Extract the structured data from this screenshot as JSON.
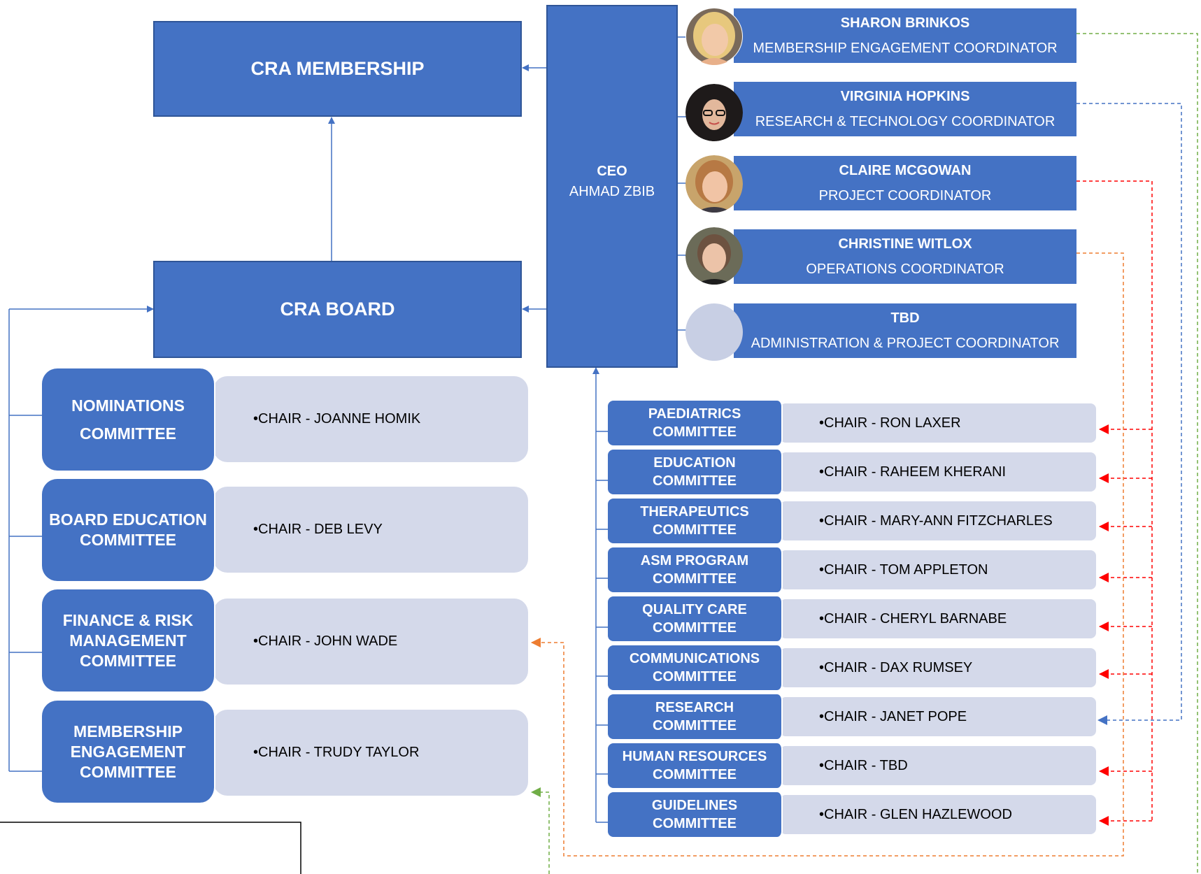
{
  "top": {
    "membership": "CRA MEMBERSHIP",
    "board": "CRA BOARD"
  },
  "ceo": {
    "title": "CEO",
    "name": "AHMAD ZBIB"
  },
  "staff": [
    {
      "name": "SHARON BRINKOS",
      "role": "MEMBERSHIP ENGAGEMENT COORDINATOR"
    },
    {
      "name": "VIRGINIA HOPKINS",
      "role": "RESEARCH & TECHNOLOGY COORDINATOR"
    },
    {
      "name": "CLAIRE MCGOWAN",
      "role": "PROJECT COORDINATOR"
    },
    {
      "name": "CHRISTINE WITLOX",
      "role": "OPERATIONS COORDINATOR"
    },
    {
      "name": "TBD",
      "role": "ADMINISTRATION & PROJECT COORDINATOR"
    }
  ],
  "board_committees": [
    {
      "line1": "NOMINATIONS",
      "line2": "COMMITTEE",
      "line3": "",
      "chair": "•CHAIR - JOANNE HOMIK"
    },
    {
      "line1": "BOARD EDUCATION",
      "line2": "COMMITTEE",
      "line3": "",
      "chair": "•CHAIR - DEB LEVY"
    },
    {
      "line1": "FINANCE & RISK",
      "line2": "MANAGEMENT",
      "line3": "COMMITTEE",
      "chair": "•CHAIR - JOHN WADE"
    },
    {
      "line1": "MEMBERSHIP",
      "line2": "ENGAGEMENT",
      "line3": "COMMITTEE",
      "chair": "•CHAIR - TRUDY TAYLOR"
    }
  ],
  "ceo_committees": [
    {
      "line1": "PAEDIATRICS",
      "line2": "COMMITTEE",
      "chair": "•CHAIR - RON LAXER"
    },
    {
      "line1": "EDUCATION",
      "line2": "COMMITTEE",
      "chair": "•CHAIR - RAHEEM KHERANI"
    },
    {
      "line1": "THERAPEUTICS",
      "line2": "COMMITTEE",
      "chair": "•CHAIR - MARY-ANN FITZCHARLES"
    },
    {
      "line1": "ASM PROGRAM",
      "line2": "COMMITTEE",
      "chair": "•CHAIR - TOM APPLETON"
    },
    {
      "line1": "QUALITY CARE",
      "line2": "COMMITTEE",
      "chair": "•CHAIR - CHERYL BARNABE"
    },
    {
      "line1": "COMMUNICATIONS",
      "line2": "COMMITTEE",
      "chair": "•CHAIR - DAX RUMSEY"
    },
    {
      "line1": "RESEARCH",
      "line2": "COMMITTEE",
      "chair": "•CHAIR - JANET POPE"
    },
    {
      "line1": "HUMAN RESOURCES",
      "line2": "COMMITTEE",
      "chair": "•CHAIR - TBD"
    },
    {
      "line1": "GUIDELINES",
      "line2": "COMMITTEE",
      "chair": "•CHAIR - GLEN HAZLEWOOD"
    }
  ],
  "colors": {
    "box": "#4472c4",
    "border": "#2f5597",
    "pill": "#d4d9ea",
    "link_green": "#70ad47",
    "link_blue": "#4472c4",
    "link_red": "#ff0000",
    "link_orange": "#ed7d31"
  }
}
